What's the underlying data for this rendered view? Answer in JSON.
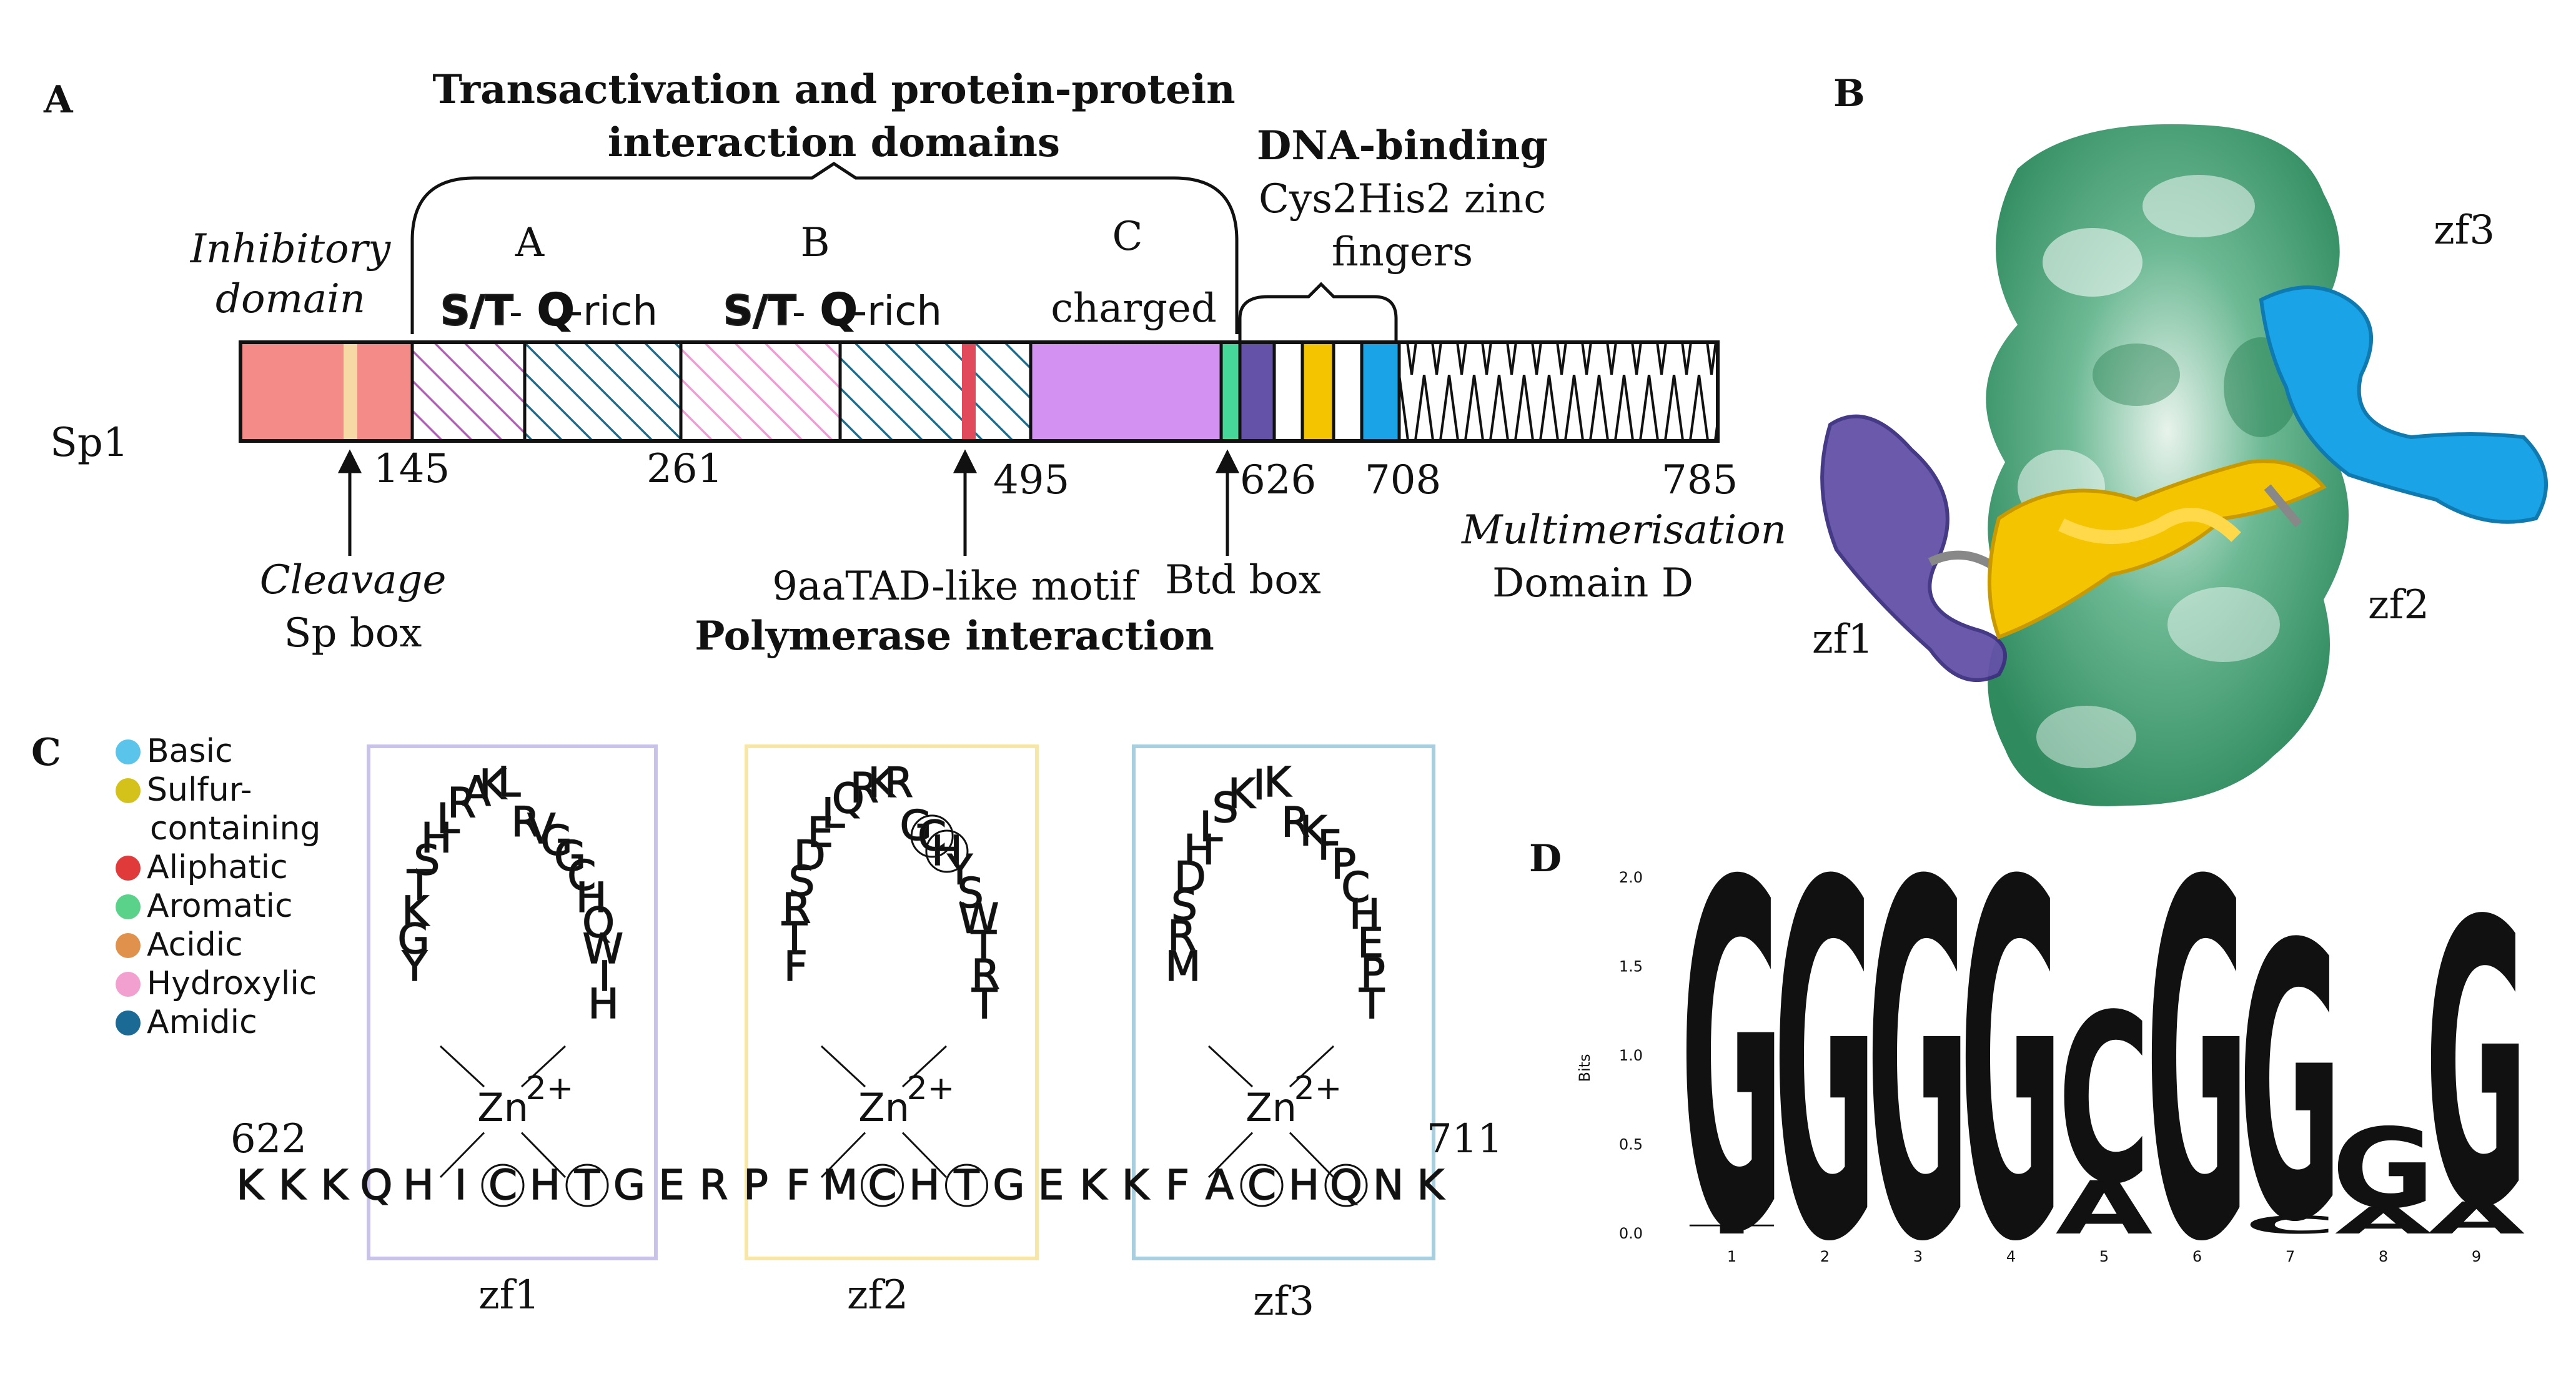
{
  "colors": {
    "basic": "#5bc4ea",
    "sulfur": "#d4c21a",
    "aliphatic": "#e03a3a",
    "aromatic": "#5ad28a",
    "acidic": "#e0924d",
    "hydroxylic": "#f2a0d0",
    "amidic": "#1b6a96",
    "inhibitory": "#f58b89",
    "spbox": "#f6d9a4",
    "st_hatch": "#b460b8",
    "q_hatch": "#1e6c8c",
    "st_hatch_b": "#f29ad4",
    "charged": "#d392f2",
    "btd": "#46d79a",
    "zf1": "#6452a8",
    "zf2": "#f5c400",
    "zf3": "#1aa3e6",
    "zf1_box": "#c9c3ea",
    "zf2_box": "#f6e7a8",
    "zf3_box": "#a8cfe0",
    "logo_g": "#f5b51a",
    "logo_c": "#2060a8",
    "logo_a": "#22a05a",
    "logo_t": "#d82020",
    "surface_green": "#3f9e6e"
  },
  "panelA": {
    "label": "A",
    "protein": "Sp1",
    "top_title_line1": "Transactivation and protein-protein",
    "top_title_line2": "interaction domains",
    "dna_title": "DNA-binding",
    "dna_sub1": "Cys2His2 zinc",
    "dna_sub2": "fingers",
    "inhib1": "Inhibitory",
    "inhib2": "domain",
    "dom_a": "A",
    "dom_b": "B",
    "dom_c": "C",
    "charged": "charged",
    "st": "S/T",
    "dash": "-",
    "q": "Q",
    "rich": "-rich",
    "pos_145": "145",
    "pos_261": "261",
    "pos_495": "495",
    "pos_626": "626",
    "pos_708": "708",
    "pos_785": "785",
    "cleavage": "Cleavage",
    "spbox": "Sp box",
    "motif": "9aaTAD-like motif",
    "polymerase": "Polymerase interaction",
    "btd": "Btd box",
    "multimer": "Multimerisation",
    "domainD": "Domain D"
  },
  "panelB": {
    "label": "B",
    "zf1": "zf1",
    "zf2": "zf2",
    "zf3": "zf3"
  },
  "panelC": {
    "label": "C",
    "legend": [
      {
        "key": "basic",
        "text": "Basic"
      },
      {
        "key": "sulfur",
        "text": "Sulfur-"
      },
      {
        "key": "sulfur_cont",
        "text": "containing"
      },
      {
        "key": "aliphatic",
        "text": "Aliphatic"
      },
      {
        "key": "aromatic",
        "text": "Aromatic"
      },
      {
        "key": "acidic",
        "text": "Acidic"
      },
      {
        "key": "hydroxylic",
        "text": "Hydroxylic"
      },
      {
        "key": "amidic",
        "text": "Amidic"
      }
    ],
    "start": "622",
    "end": "711",
    "zn": "Zn",
    "charge": "2+",
    "zf1": "zf1",
    "zf2": "zf2",
    "zf3": "zf3",
    "sequence_line": "KKKQHICHTGERPFMCHTGEKKFACHQNK",
    "finger1": "YGKTSHLRAKLRVGGCHQWIH",
    "finger2": "FTRSDELQRKRGCHYSWTRT",
    "finger3": "MRSDHLSKIKRKFPCHEPT"
  },
  "panelD": {
    "label": "D",
    "ylabel": "Bits",
    "yticks": [
      "2.0",
      "1.5",
      "1.0",
      "0.5",
      "0.0"
    ],
    "positions": [
      "1",
      "2",
      "3",
      "4",
      "5",
      "6",
      "7",
      "8",
      "9"
    ],
    "logo_letters": [
      [
        {
          "l": "G",
          "bits": 1.95
        },
        {
          "l": "T",
          "bits": 0.05
        }
      ],
      [
        {
          "l": "G",
          "bits": 2.0
        }
      ],
      [
        {
          "l": "G",
          "bits": 2.0
        }
      ],
      [
        {
          "l": "G",
          "bits": 2.0
        }
      ],
      [
        {
          "l": "C",
          "bits": 0.95
        },
        {
          "l": "A",
          "bits": 0.3
        }
      ],
      [
        {
          "l": "G",
          "bits": 2.0
        }
      ],
      [
        {
          "l": "G",
          "bits": 1.55
        },
        {
          "l": "C",
          "bits": 0.1
        }
      ],
      [
        {
          "l": "G",
          "bits": 0.45
        },
        {
          "l": "A",
          "bits": 0.15
        }
      ],
      [
        {
          "l": "G",
          "bits": 1.6
        },
        {
          "l": "A",
          "bits": 0.18
        }
      ]
    ]
  }
}
